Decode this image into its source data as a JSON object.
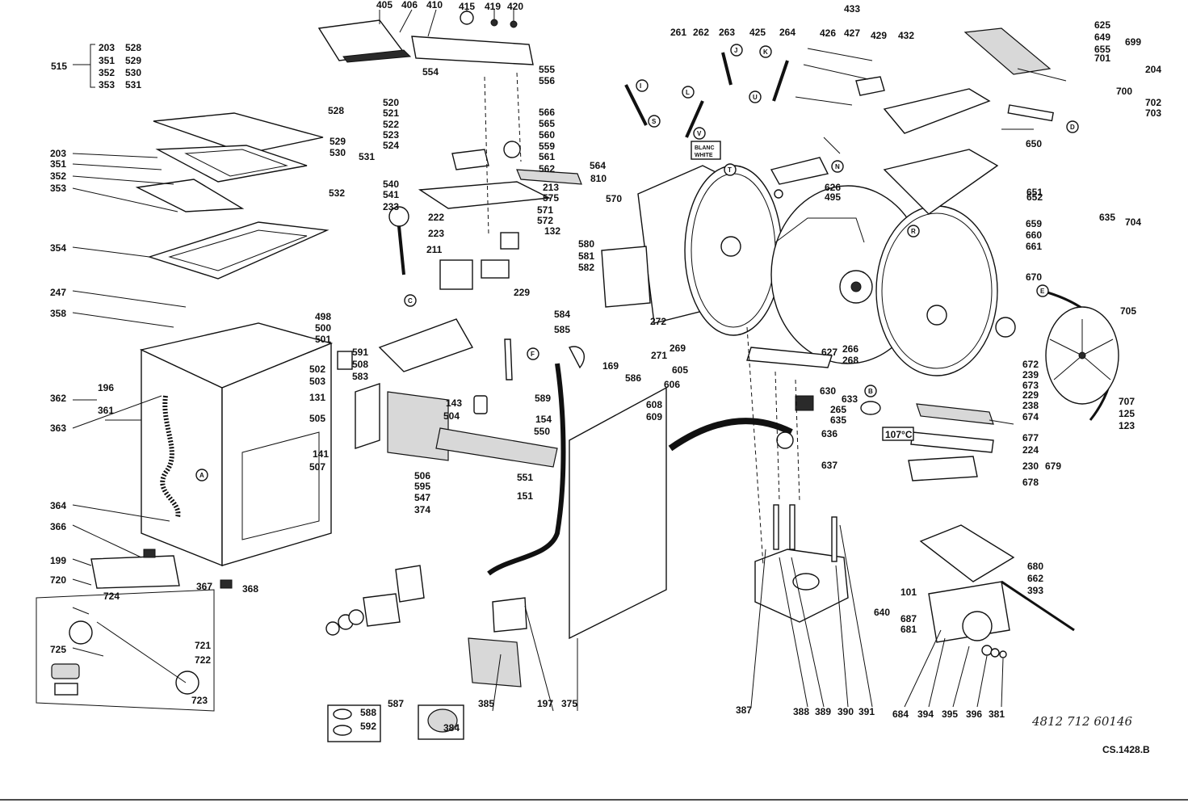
{
  "drawing_ref": "4812 712 60146",
  "sheet_code": "CS.1428.B",
  "temp_label": "107°C",
  "color_label": [
    "BLANC",
    "WHITE"
  ],
  "callouts": [
    "I",
    "J",
    "K",
    "L",
    "S",
    "T",
    "U",
    "V",
    "C",
    "D",
    "E",
    "N",
    "A",
    "F",
    "B",
    "R"
  ],
  "group_515": [
    "203",
    "351",
    "352",
    "353",
    "528",
    "529",
    "530",
    "531"
  ],
  "parts": [
    "405",
    "406",
    "410",
    "415",
    "419",
    "420",
    "433",
    "426",
    "427",
    "429",
    "432",
    "625",
    "649",
    "655",
    "701",
    "699",
    "515",
    "203",
    "528",
    "351",
    "529",
    "352",
    "530",
    "353",
    "531",
    "554",
    "555",
    "556",
    "261",
    "262",
    "263",
    "425",
    "264",
    "204",
    "700",
    "702",
    "703",
    "520",
    "521",
    "522",
    "523",
    "524",
    "566",
    "565",
    "560",
    "559",
    "561",
    "562",
    "564",
    "810",
    "650",
    "532",
    "540",
    "541",
    "213",
    "575",
    "571",
    "572",
    "233",
    "222",
    "223",
    "132",
    "211",
    "229",
    "354",
    "247",
    "358",
    "362",
    "196",
    "361",
    "363",
    "364",
    "366",
    "199",
    "720",
    "724",
    "725",
    "721",
    "722",
    "723",
    "367",
    "368",
    "498",
    "500",
    "501",
    "502",
    "503",
    "131",
    "505",
    "141",
    "507",
    "591",
    "508",
    "583",
    "584",
    "585",
    "586",
    "169",
    "589",
    "154",
    "143",
    "504",
    "550",
    "506",
    "595",
    "547",
    "374",
    "551",
    "151",
    "580",
    "581",
    "582",
    "570",
    "272",
    "269",
    "271",
    "605",
    "606",
    "608",
    "609",
    "626",
    "495",
    "627",
    "630",
    "265",
    "633",
    "635",
    "636",
    "637",
    "266",
    "268",
    "659",
    "660",
    "661",
    "670",
    "672",
    "239",
    "673",
    "229",
    "238",
    "674",
    "677",
    "224",
    "230",
    "679",
    "678",
    "704",
    "635",
    "705",
    "707",
    "125",
    "123",
    "651",
    "652",
    "387",
    "388",
    "389",
    "390",
    "391",
    "640",
    "101",
    "687",
    "681",
    "680",
    "662",
    "393",
    "684",
    "394",
    "395",
    "396",
    "381",
    "587",
    "588",
    "592",
    "384",
    "385",
    "197",
    "375"
  ]
}
